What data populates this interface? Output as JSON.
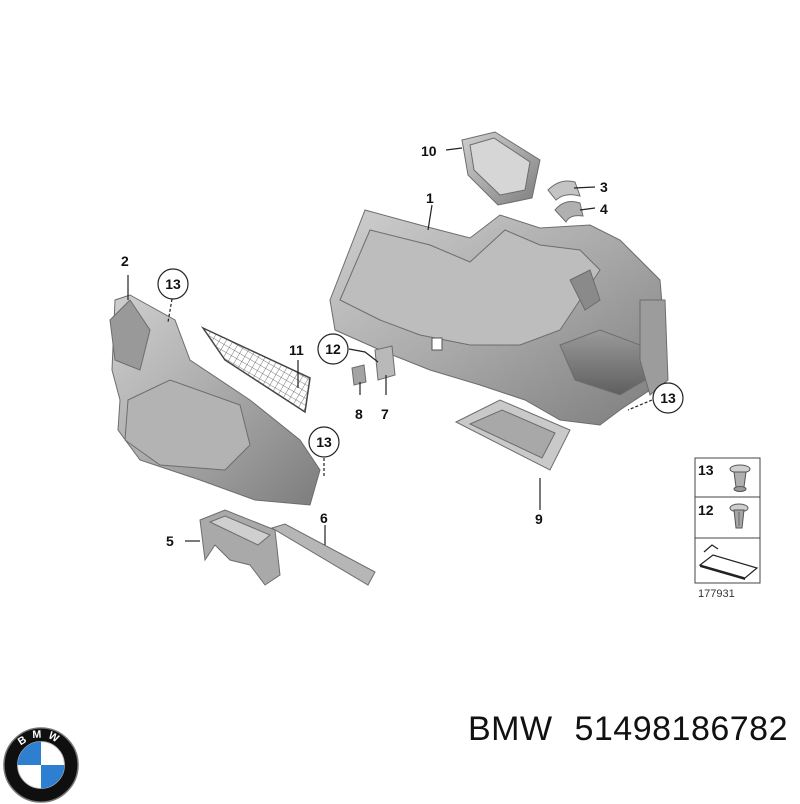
{
  "callouts": {
    "c1": "1",
    "c2": "2",
    "c3": "3",
    "c4": "4",
    "c5": "5",
    "c6": "6",
    "c7": "7",
    "c8": "8",
    "c9": "9",
    "c10": "10",
    "c11": "11",
    "c12_circle": "12",
    "c13_left_top": "13",
    "c13_left_bottom": "13",
    "c13_right": "13"
  },
  "legend": {
    "row1_label": "13",
    "row2_label": "12"
  },
  "diagram_id": "177931",
  "caption": {
    "brand": "BMW",
    "part_number": "51498186782"
  },
  "logo": {
    "text": "BMW",
    "colors": {
      "blue": "#2f7fd1",
      "white": "#ffffff",
      "ring": "#0f0f0f"
    }
  }
}
